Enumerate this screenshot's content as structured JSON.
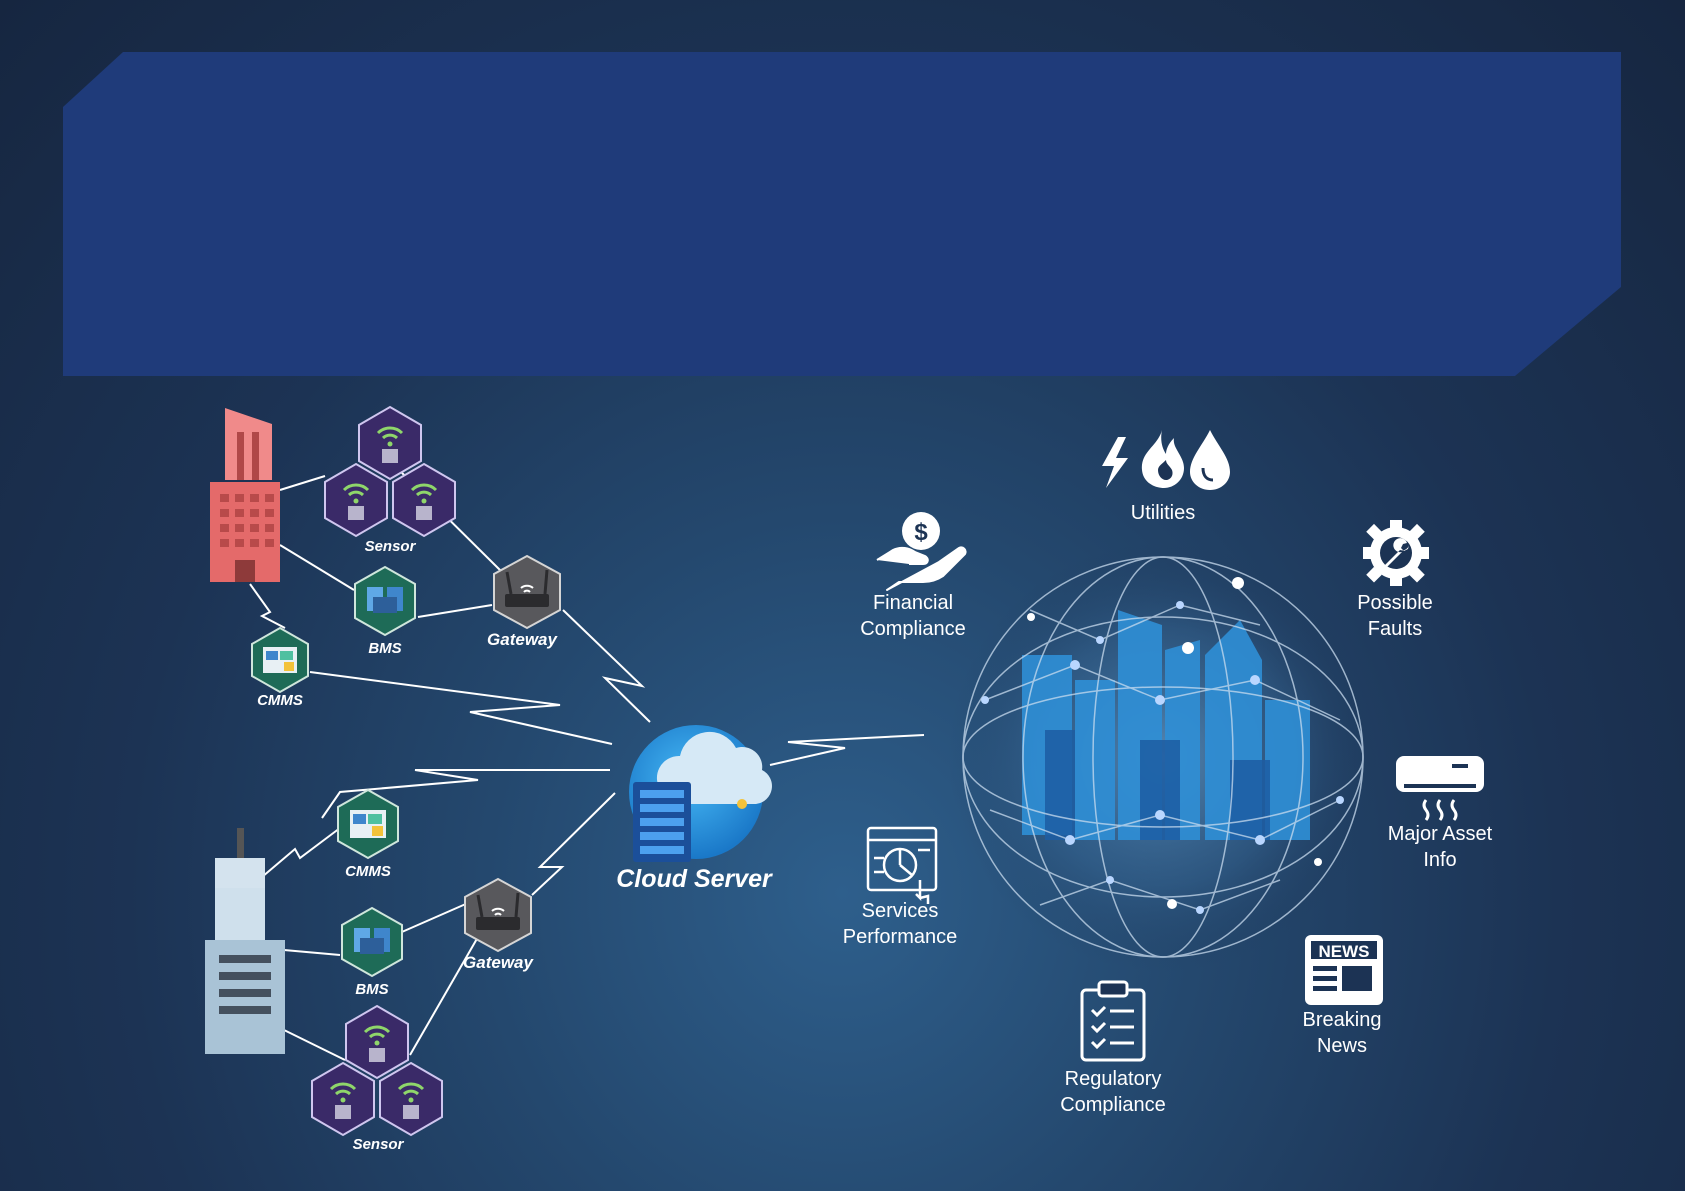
{
  "colors": {
    "banner": "#1f3b7a",
    "background": "#1c3354",
    "hex_sensor": "#3a2a68",
    "hex_green": "#1e6b57",
    "hex_gateway": "#58585c",
    "building_top": "#e46a6a",
    "building_bottom": "#b9cfe0",
    "cloud_blue": "#2a9ee6"
  },
  "nodes": {
    "top_sensor": "Sensor",
    "top_bms": "BMS",
    "top_gateway": "Gateway",
    "top_cmms": "CMMS",
    "bottom_cmms": "CMMS",
    "bottom_bms": "BMS",
    "bottom_gateway": "Gateway",
    "bottom_sensor": "Sensor",
    "cloud_server": "Cloud Server"
  },
  "outputs": {
    "utilities": "Utilities",
    "financial": [
      "Financial",
      "Compliance"
    ],
    "faults": [
      "Possible",
      "Faults"
    ],
    "asset": [
      "Major Asset",
      "Info"
    ],
    "services": [
      "Services",
      "Performance"
    ],
    "news": [
      "Breaking",
      "News"
    ],
    "news_icon_text": "NEWS",
    "regulatory": [
      "Regulatory",
      "Compliance"
    ]
  },
  "icons": {
    "utilities": "lightning-fire-water-icon",
    "financial": "hand-dollar-icon",
    "faults": "gear-wrench-icon",
    "asset": "air-conditioner-icon",
    "services": "dashboard-chart-icon",
    "news": "newspaper-icon",
    "regulatory": "clipboard-checklist-icon",
    "globe": "city-globe-network-icon"
  }
}
